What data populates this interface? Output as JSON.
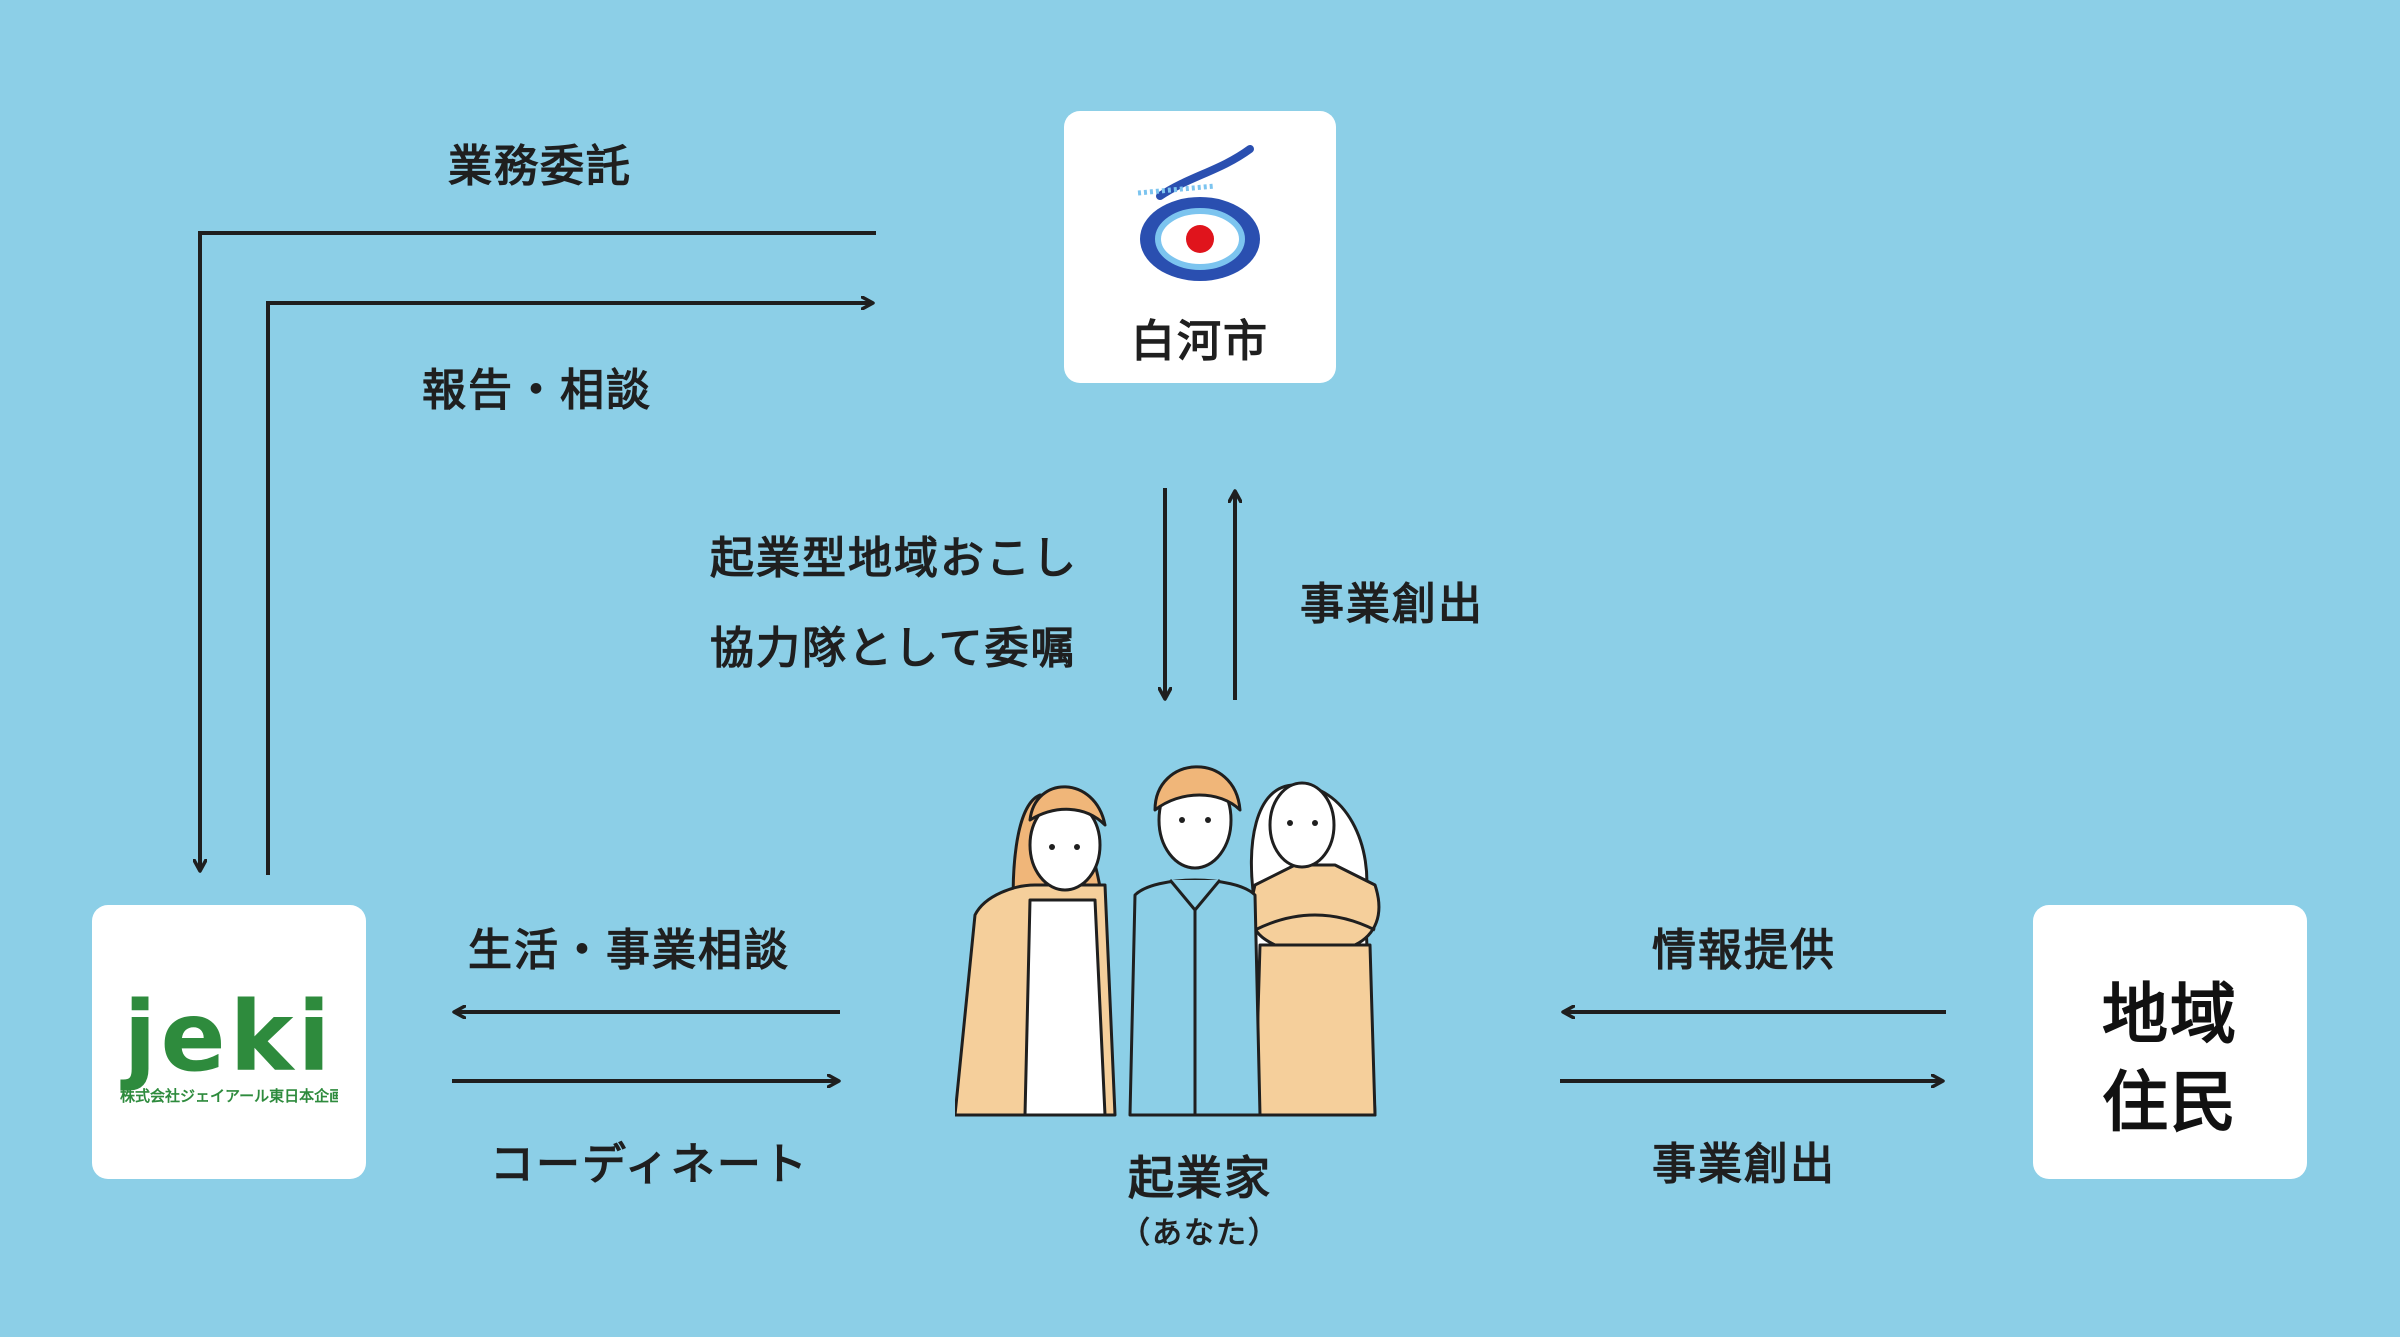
{
  "colors": {
    "background": "#8ccfe7",
    "box": "#ffffff",
    "line": "#1f1f1f",
    "jeki_green": "#2e8b3d"
  },
  "nodes": {
    "city": {
      "name": "白河市",
      "icon": "shirakawa-city-emblem"
    },
    "jeki": {
      "logo": "jeki",
      "company": "株式会社ジェイアール東日本企画"
    },
    "residents": {
      "line1": "地域",
      "line2": "住民"
    },
    "entrepreneur": {
      "name": "起業家",
      "sub": "（あなた）",
      "icon": "three-people-illustration"
    }
  },
  "edges": {
    "city_to_jeki": "業務委託",
    "jeki_to_city": "報告・相談",
    "city_to_entrepreneur_line1": "起業型地域おこし",
    "city_to_entrepreneur_line2": "協力隊として委嘱",
    "entrepreneur_to_city": "事業創出",
    "entrepreneur_to_jeki": "生活・事業相談",
    "jeki_to_entrepreneur": "コーディネート",
    "residents_to_entrepreneur": "情報提供",
    "entrepreneur_to_residents": "事業創出"
  }
}
